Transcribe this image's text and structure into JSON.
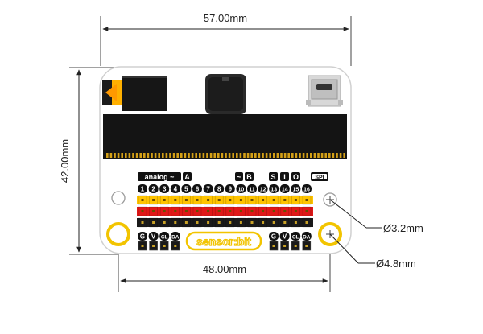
{
  "dimensions": {
    "width": "57.00mm",
    "height": "42.00mm",
    "hole_spacing": "48.00mm",
    "small_hole": "Ø3.2mm",
    "large_hole": "Ø4.8mm"
  },
  "board": {
    "logo": "sensor:bit",
    "analog_label": "analog ~",
    "analog_badge": "A",
    "pwm_label": "~",
    "pwm_badge": "B",
    "s_label": "S",
    "i_label": "I",
    "o_label": "O",
    "spi_label": "SPI",
    "pin_numbers": [
      "1",
      "2",
      "3",
      "4",
      "5",
      "6",
      "7",
      "8",
      "9",
      "10",
      "11",
      "12",
      "13",
      "14",
      "15",
      "16"
    ],
    "i2c_left": [
      "G",
      "V",
      "CL",
      "DA"
    ],
    "i2c_right": [
      "G",
      "V",
      "CL",
      "DA"
    ]
  }
}
